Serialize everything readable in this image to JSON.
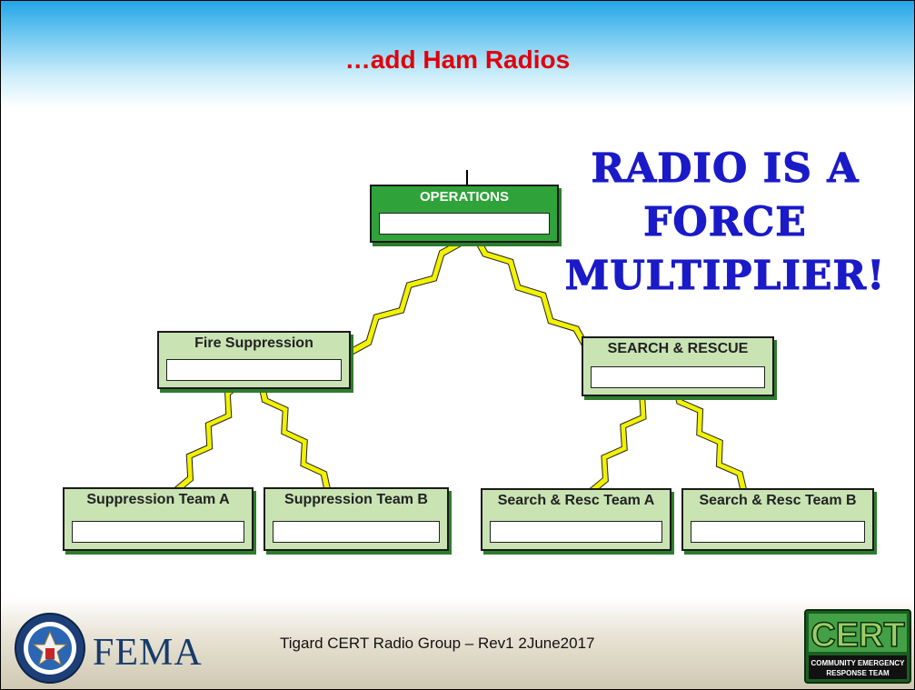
{
  "slide": {
    "title": "…add Ham Radios",
    "slogan": [
      "Radio is a",
      "Force",
      "Multiplier!"
    ],
    "footer": "Tigard CERT Radio Group – Rev1 2June2017"
  },
  "org_chart": {
    "root": "OPERATIONS",
    "sections": [
      {
        "name": "Fire Suppression",
        "teams": [
          "Suppression Team A",
          "Suppression Team B"
        ]
      },
      {
        "name": "SEARCH & RESCUE",
        "teams": [
          "Search & Resc Team A",
          "Search & Resc Team B"
        ]
      }
    ]
  },
  "logos": {
    "fema": "FEMA",
    "cert": "CERT",
    "cert_tagline": [
      "COMMUNITY EMERGENCY",
      "RESPONSE TEAM"
    ],
    "dhs_seal": "dhs-seal-icon"
  },
  "colors": {
    "title": "#e0000a",
    "slogan": "#1a1ac8",
    "box_fill": "#c9e3b3",
    "ops_fill": "#2fa33a",
    "lightning": "#f2f200",
    "header": "#22a6e6"
  }
}
